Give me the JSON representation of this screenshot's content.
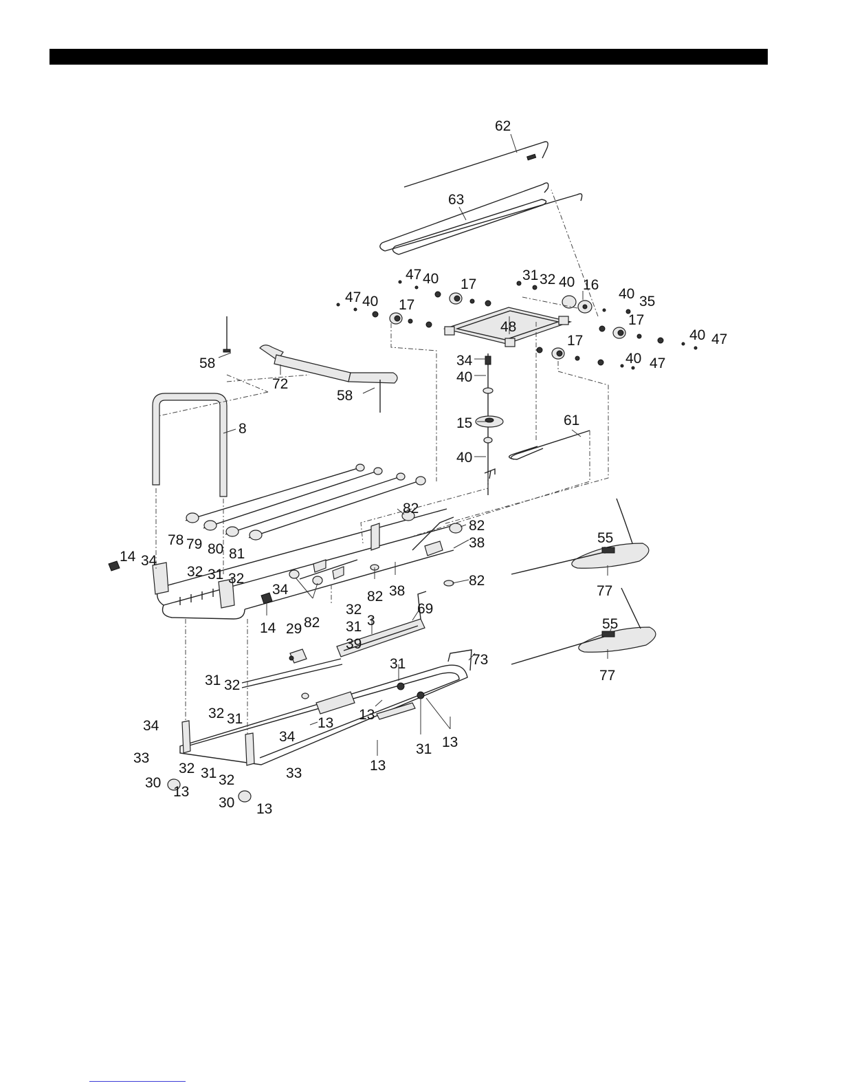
{
  "header": {
    "bar_color": "#000000",
    "text": ""
  },
  "footer": {
    "link_color": "#3b3bd6"
  },
  "callouts": {
    "c62": "62",
    "c63": "63",
    "c47a": "47",
    "c40a": "40",
    "c17a": "17",
    "c31a": "31",
    "c32a": "32",
    "c40b": "40",
    "c16": "16",
    "c40c": "40",
    "c35": "35",
    "c47b": "47",
    "c40d": "40",
    "c17b": "17",
    "c48": "48",
    "c17c": "17",
    "c40e": "40",
    "c47c": "47",
    "c17d": "17",
    "c40f": "40",
    "c47d": "47",
    "c34a": "34",
    "c40g": "40",
    "c15": "15",
    "c40h": "40",
    "c61": "61",
    "c58a": "58",
    "c72": "72",
    "c58b": "58",
    "c8": "8",
    "c78": "78",
    "c79": "79",
    "c80": "80",
    "c81": "81",
    "c82a": "82",
    "c82b": "82",
    "c38a": "38",
    "c82c": "82",
    "c38b": "38",
    "c82d": "82",
    "c14a": "14",
    "c34b": "34",
    "c32b": "32",
    "c31b": "31",
    "c32c": "32",
    "c34c": "34",
    "c14b": "14",
    "c82e": "82",
    "c32d": "32",
    "c31c": "31",
    "c3": "3",
    "c69": "69",
    "c29": "29",
    "c39": "39",
    "c55a": "55",
    "c77a": "77",
    "c55b": "55",
    "c77b": "77",
    "c31d": "31",
    "c73": "73",
    "c31e": "31",
    "c32e": "32",
    "c13a": "13",
    "c13b": "13",
    "c32f": "32",
    "c31f": "31",
    "c34d": "34",
    "c34e": "34",
    "c33a": "33",
    "c32g": "32",
    "c31g": "31",
    "c32h": "32",
    "c33b": "33",
    "c30a": "30",
    "c13c": "13",
    "c30b": "30",
    "c13d": "13",
    "c31h": "31",
    "c13e": "13",
    "c13f": "13"
  }
}
